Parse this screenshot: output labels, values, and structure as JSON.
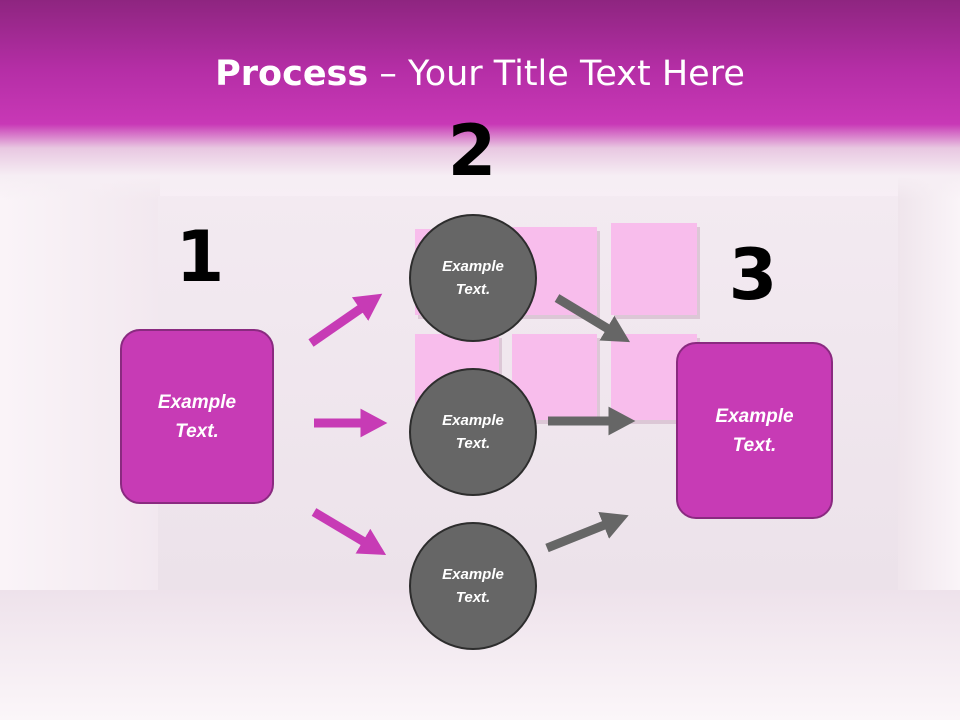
{
  "title": {
    "bold": "Process",
    "rest": " – Your Title Text Here"
  },
  "colors": {
    "magenta": "#c73bb5",
    "magenta_border": "#8a2a80",
    "circle_fill": "#666666",
    "circle_border": "#2d2d2d",
    "arrow_magenta": "#c73bb5",
    "arrow_gray": "#666666",
    "tile_pink": "#f8bdec"
  },
  "steps": [
    {
      "number": "1",
      "box_text": "Example Text."
    },
    {
      "number": "2",
      "circles": [
        "Example Text.",
        "Example Text.",
        "Example Text."
      ]
    },
    {
      "number": "3",
      "box_text": "Example Text."
    }
  ]
}
